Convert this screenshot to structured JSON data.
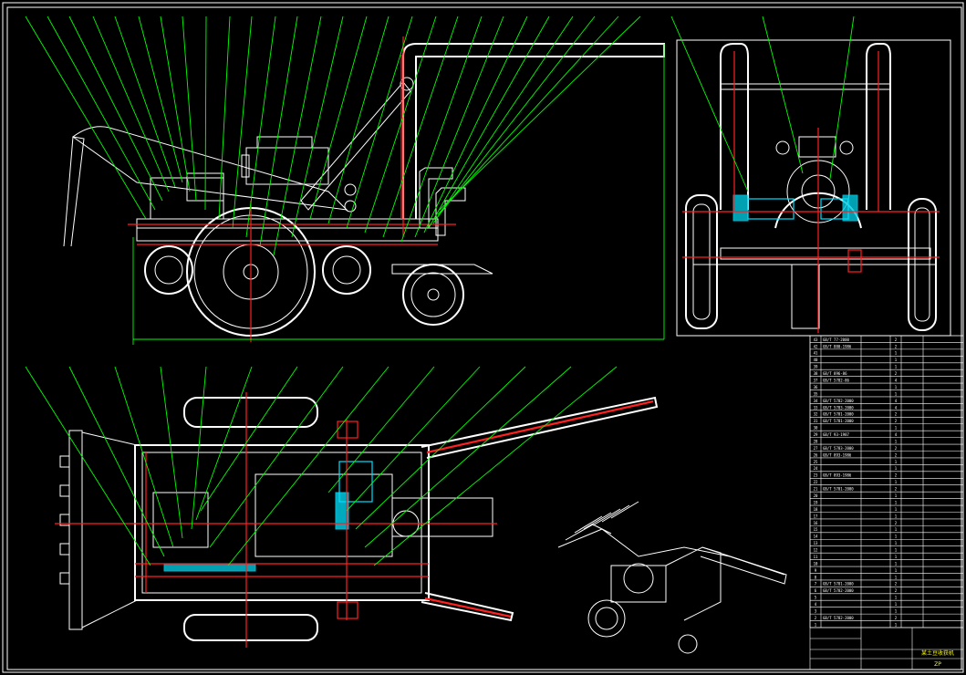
{
  "title_block": {
    "title": "某土豆收获机",
    "code": "ZP"
  },
  "colors": {
    "background": "#000000",
    "geometry": "#ffffff",
    "centerlines": "#ff2020",
    "leaders": "#00ff00",
    "highlight": "#00e0ff",
    "text": "#ffff00"
  },
  "parts_list": {
    "rows": [
      {
        "no": "43",
        "std": "GB/T 77-2000",
        "desc": "",
        "qty": "2",
        "mat": ""
      },
      {
        "no": "42",
        "std": "GB/T 880-1986",
        "desc": "",
        "qty": "2",
        "mat": ""
      },
      {
        "no": "41",
        "std": "",
        "desc": "",
        "qty": "1",
        "mat": ""
      },
      {
        "no": "40",
        "std": "",
        "desc": "",
        "qty": "1",
        "mat": ""
      },
      {
        "no": "39",
        "std": "",
        "desc": "",
        "qty": "1",
        "mat": ""
      },
      {
        "no": "38",
        "std": "GB/T 896-86",
        "desc": "",
        "qty": "2",
        "mat": ""
      },
      {
        "no": "37",
        "std": "GB/T 5782-86",
        "desc": "",
        "qty": "4",
        "mat": ""
      },
      {
        "no": "36",
        "std": "",
        "desc": "",
        "qty": "1",
        "mat": ""
      },
      {
        "no": "35",
        "std": "",
        "desc": "",
        "qty": "1",
        "mat": ""
      },
      {
        "no": "34",
        "std": "GB/T 5782-2000",
        "desc": "",
        "qty": "4",
        "mat": ""
      },
      {
        "no": "33",
        "std": "GB/T 5783-2000",
        "desc": "",
        "qty": "4",
        "mat": ""
      },
      {
        "no": "32",
        "std": "GB/T 5781-2000",
        "desc": "",
        "qty": "2",
        "mat": ""
      },
      {
        "no": "31",
        "std": "GB/T 5781-2000",
        "desc": "",
        "qty": "2",
        "mat": ""
      },
      {
        "no": "30",
        "std": "",
        "desc": "",
        "qty": "1",
        "mat": ""
      },
      {
        "no": "29",
        "std": "GB/T 93-1987",
        "desc": "",
        "qty": "4",
        "mat": ""
      },
      {
        "no": "28",
        "std": "",
        "desc": "",
        "qty": "1",
        "mat": ""
      },
      {
        "no": "27",
        "std": "GB/T 5783-2000",
        "desc": "",
        "qty": "2",
        "mat": ""
      },
      {
        "no": "26",
        "std": "GB/T 893-1986",
        "desc": "",
        "qty": "2",
        "mat": ""
      },
      {
        "no": "25",
        "std": "",
        "desc": "",
        "qty": "1",
        "mat": ""
      },
      {
        "no": "24",
        "std": "",
        "desc": "",
        "qty": "1",
        "mat": ""
      },
      {
        "no": "23",
        "std": "GB/T 893-1986",
        "desc": "",
        "qty": "2",
        "mat": ""
      },
      {
        "no": "22",
        "std": "",
        "desc": "",
        "qty": "1",
        "mat": ""
      },
      {
        "no": "21",
        "std": "GB/T 5781-2000",
        "desc": "",
        "qty": "2",
        "mat": ""
      },
      {
        "no": "20",
        "std": "",
        "desc": "",
        "qty": "1",
        "mat": ""
      },
      {
        "no": "19",
        "std": "",
        "desc": "",
        "qty": "1",
        "mat": ""
      },
      {
        "no": "18",
        "std": "",
        "desc": "",
        "qty": "1",
        "mat": ""
      },
      {
        "no": "17",
        "std": "",
        "desc": "",
        "qty": "1",
        "mat": ""
      },
      {
        "no": "16",
        "std": "",
        "desc": "",
        "qty": "2",
        "mat": ""
      },
      {
        "no": "15",
        "std": "",
        "desc": "",
        "qty": "1",
        "mat": ""
      },
      {
        "no": "14",
        "std": "",
        "desc": "",
        "qty": "1",
        "mat": ""
      },
      {
        "no": "13",
        "std": "",
        "desc": "",
        "qty": "1",
        "mat": ""
      },
      {
        "no": "12",
        "std": "",
        "desc": "",
        "qty": "1",
        "mat": ""
      },
      {
        "no": "11",
        "std": "",
        "desc": "",
        "qty": "1",
        "mat": ""
      },
      {
        "no": "10",
        "std": "",
        "desc": "",
        "qty": "1",
        "mat": ""
      },
      {
        "no": "9",
        "std": "",
        "desc": "",
        "qty": "1",
        "mat": ""
      },
      {
        "no": "8",
        "std": "",
        "desc": "",
        "qty": "1",
        "mat": ""
      },
      {
        "no": "7",
        "std": "GB/T 5781-2000",
        "desc": "",
        "qty": "2",
        "mat": ""
      },
      {
        "no": "6",
        "std": "GB/T 5782-2000",
        "desc": "",
        "qty": "2",
        "mat": ""
      },
      {
        "no": "5",
        "std": "",
        "desc": "",
        "qty": "1",
        "mat": ""
      },
      {
        "no": "4",
        "std": "",
        "desc": "",
        "qty": "1",
        "mat": ""
      },
      {
        "no": "3",
        "std": "",
        "desc": "",
        "qty": "1",
        "mat": ""
      },
      {
        "no": "2",
        "std": "GB/T 5782-2000",
        "desc": "",
        "qty": "2",
        "mat": ""
      },
      {
        "no": "1",
        "std": "",
        "desc": "",
        "qty": "1",
        "mat": ""
      }
    ]
  }
}
